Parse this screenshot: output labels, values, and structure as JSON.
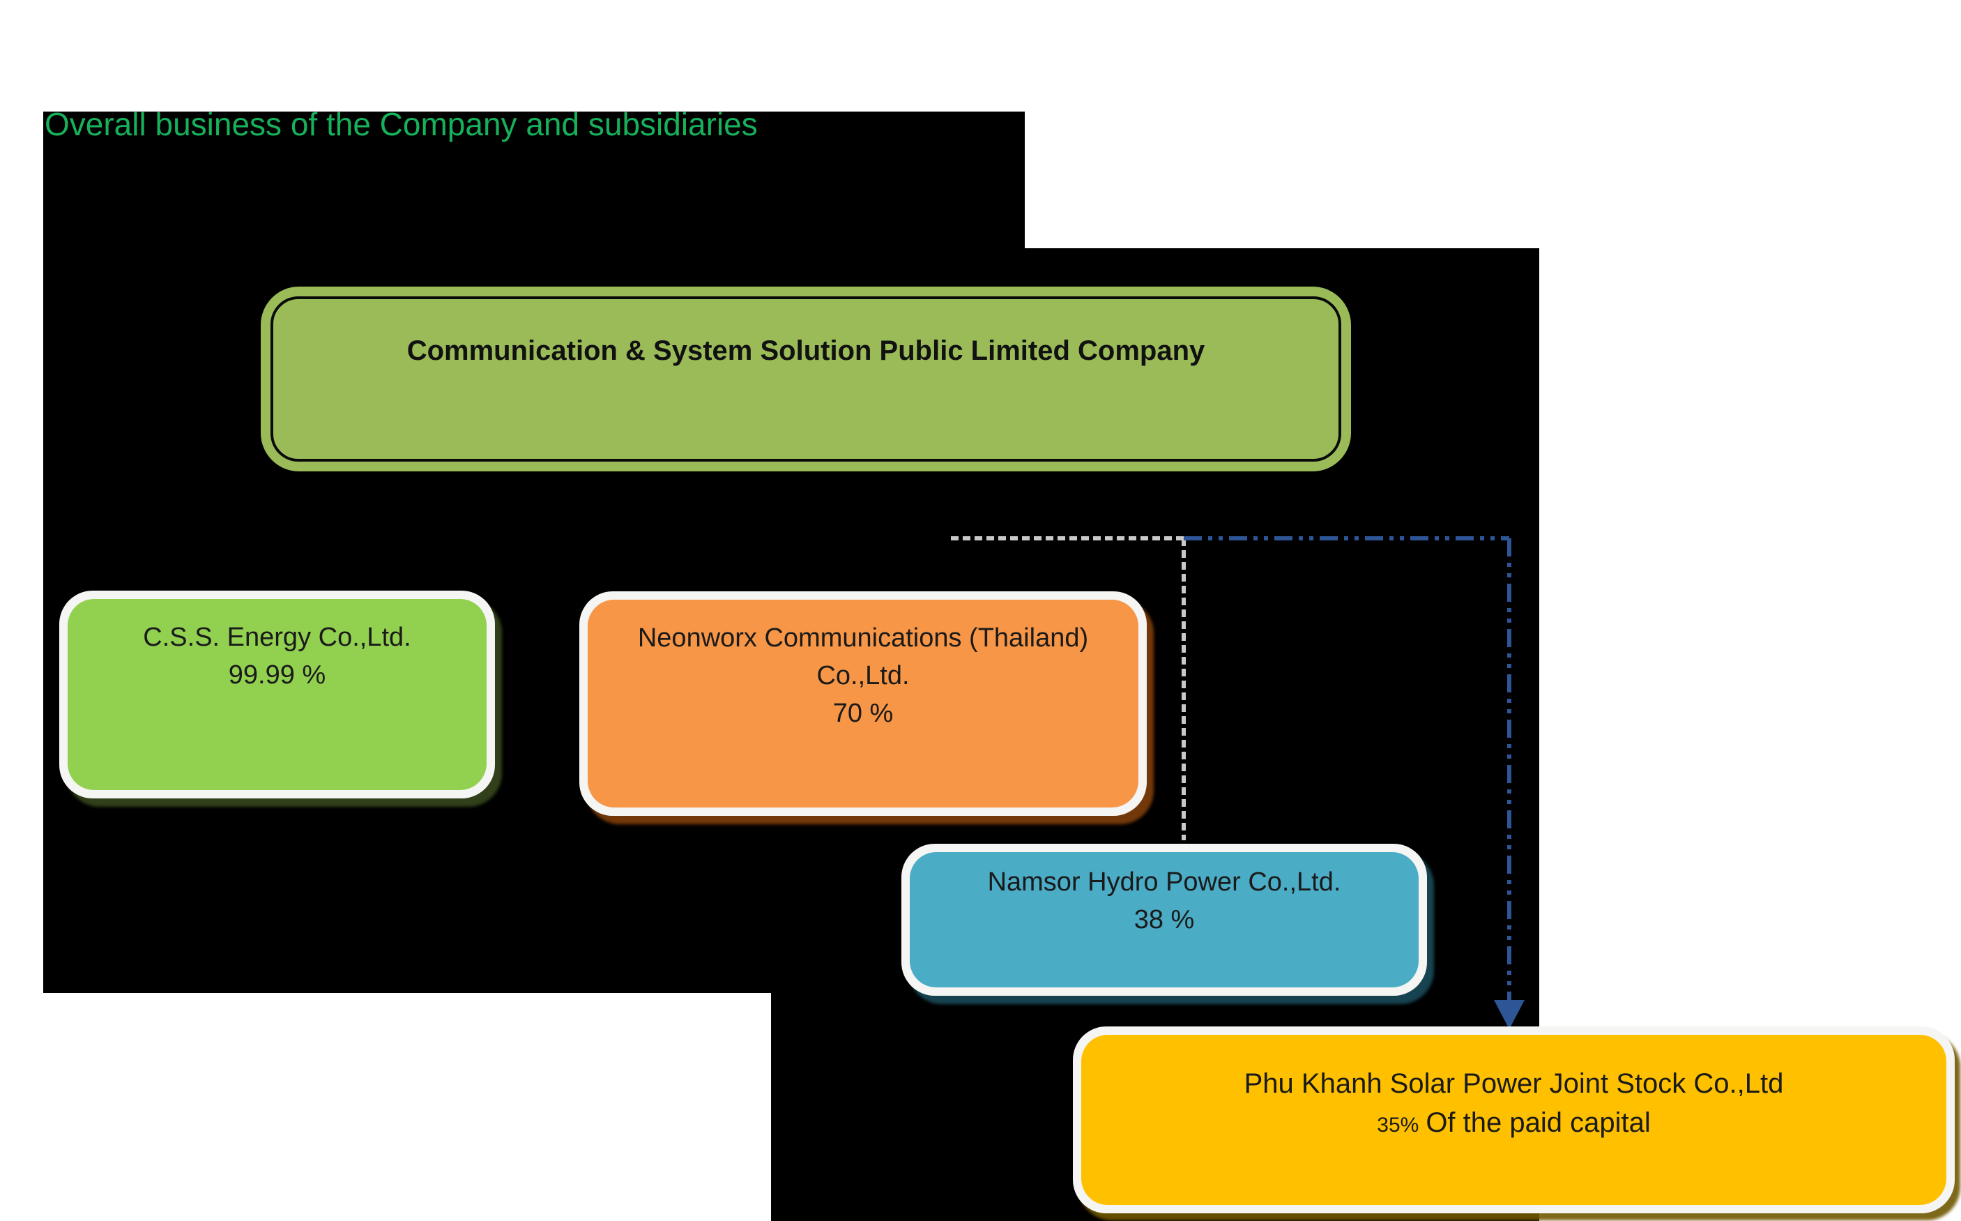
{
  "title": "Overall business of the Company and subsidiaries",
  "root_company": {
    "name": "Communication & System Solution Public Limited Company",
    "fill_color": "#9BBB59",
    "border_color": "#0a0a0a"
  },
  "nodes": {
    "css_energy": {
      "name": "C.S.S. Energy Co.,Ltd.",
      "ownership": "99.99 %",
      "fill_color": "#92D050"
    },
    "neonworx": {
      "name_line1": "Neonworx Communications (Thailand)",
      "name_line2": "Co.,Ltd.",
      "ownership": "70 %",
      "fill_color": "#F79646"
    },
    "namsor": {
      "name": "Namsor Hydro Power Co.,Ltd.",
      "ownership": "38 %",
      "fill_color": "#4BACC6"
    },
    "phu_khanh": {
      "name": "Phu Khanh Solar Power Joint Stock Co.,Ltd",
      "ownership_pct": "35%",
      "ownership_suffix": "Of the paid capital",
      "fill_color": "#FFC000"
    }
  },
  "colors": {
    "page_background": "#FFFFFF",
    "panel_background": "#000000",
    "title_text": "#17B05B",
    "node_text": "#1a1a1a",
    "node_border": "#f5f5f4",
    "connector_black": "#000000",
    "connector_dashed_gray": "#C9C9C9",
    "connector_dashed_blue": "#2E5697"
  }
}
